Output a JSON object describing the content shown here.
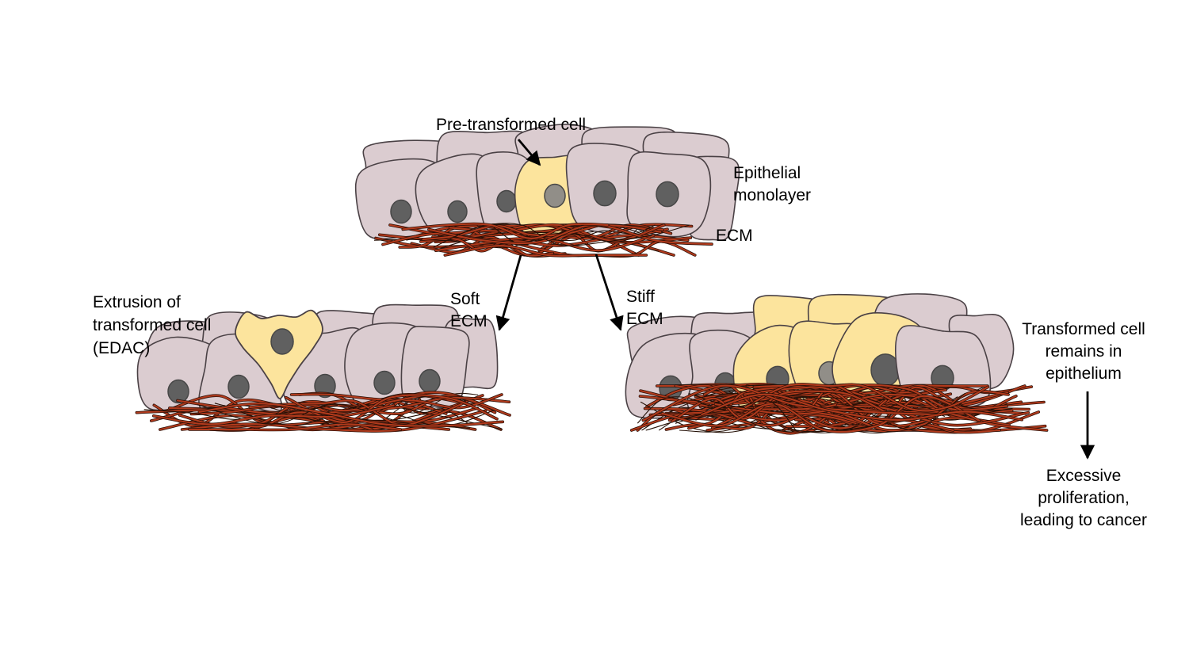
{
  "labels": {
    "pre_transformed": "Pre-transformed cell",
    "epithelial_monolayer": "Epithelial\nmonolayer",
    "ecm": "ECM",
    "soft_ecm": "Soft\nECM",
    "stiff_ecm": "Stiff\nECM",
    "extrusion_edac": "Extrusion of\ntransformed cell\n(EDAC)",
    "transformed_remains": "Transformed cell\nremains in\nepithelium",
    "excessive_proliferation": "Excessive\nproliferation,\nleading to cancer"
  },
  "colors": {
    "background": "#ffffff",
    "text": "#000000",
    "arrow": "#000000",
    "cell_membrane_outline": "#4a4145",
    "epithelial_cell_fill": "#dbccd0",
    "transformed_cell_fill": "#fce49d",
    "nucleus_dark": "#606060",
    "nucleus_light": "#918e88",
    "nucleus_outline": "#474747",
    "ecm_fiber_red": "#b13a1c",
    "ecm_fiber_outline": "#2a1008",
    "ecm_fiber_thin": "#241006"
  }
}
